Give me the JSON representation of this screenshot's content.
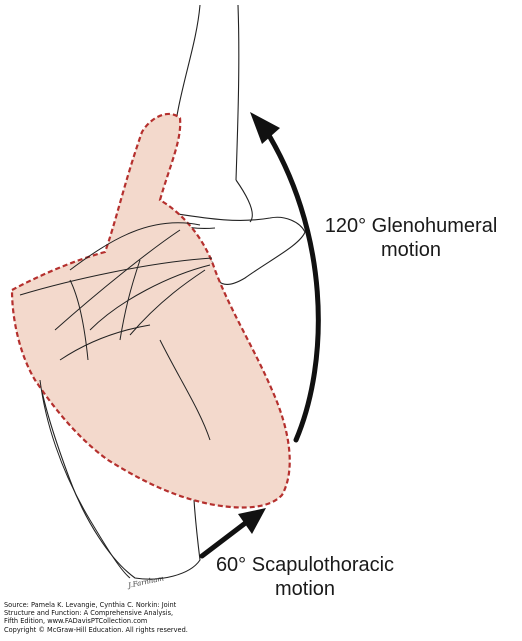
{
  "labels": {
    "glenohumeral_line1": "120° Glenohumeral",
    "glenohumeral_line2": "motion",
    "scapulothoracic_line1": "60° Scapulothoracic",
    "scapulothoracic_line2": "motion"
  },
  "source": {
    "line1": "Source: Pamela K. Levangie, Cynthia C. Norkin: Joint",
    "line2": "Structure and Function: A Comprehensive Analysis,",
    "line3": "Fifth Edition, www.FADavisPTCollection.com",
    "line4": "Copyright © McGraw-Hill Education. All rights reserved."
  },
  "signature": "J.Farnham",
  "colors": {
    "scapula_fill": "#f3d9cc",
    "scapula_outline": "#b5302e",
    "arrow": "#111111",
    "bone_line": "#222222"
  }
}
